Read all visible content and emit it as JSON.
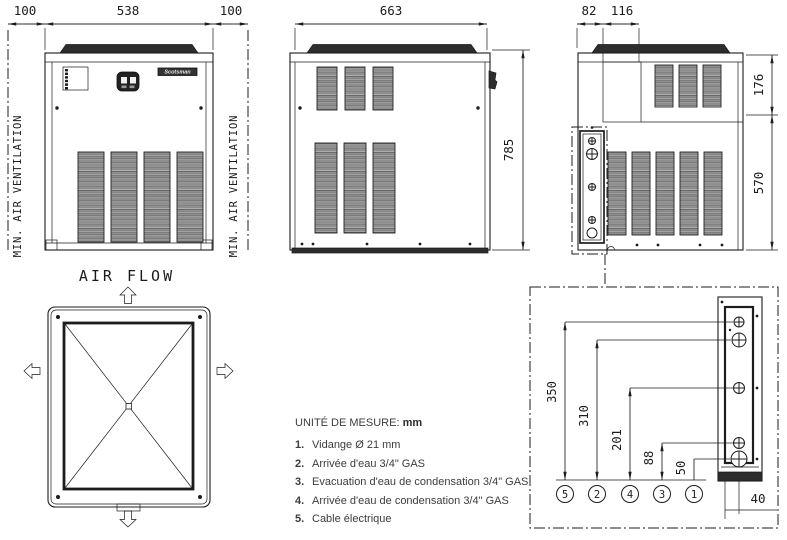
{
  "front": {
    "dim_left": "100",
    "dim_width": "538",
    "dim_right": "100",
    "vent_left": "MIN. AIR VENTILATION",
    "vent_right": "MIN. AIR VENTILATION",
    "logo": "Scotsman"
  },
  "side": {
    "dim_width": "663",
    "dim_height": "785"
  },
  "rear": {
    "dim_a": "82",
    "dim_b": "116",
    "dim_top": "176",
    "dim_side": "570"
  },
  "plan": {
    "air_flow": "AIR FLOW"
  },
  "detail": {
    "depth": "40",
    "callouts": [
      {
        "id": "5",
        "dim": "350"
      },
      {
        "id": "2",
        "dim": "310"
      },
      {
        "id": "4",
        "dim": "201"
      },
      {
        "id": "3",
        "dim": "88"
      },
      {
        "id": "1",
        "dim": "50"
      }
    ]
  },
  "legend": {
    "title": "UNITÉ DE MESURE:",
    "unit": "mm",
    "items": [
      {
        "num": "1.",
        "text": "Vidange Ø 21 mm"
      },
      {
        "num": "2.",
        "text": "Arrivée d'eau 3/4\" GAS"
      },
      {
        "num": "3.",
        "text": "Evacuation d'eau de condensation 3/4\" GAS"
      },
      {
        "num": "4.",
        "text": "Arrivée d'eau de condensation 3/4\" GAS"
      },
      {
        "num": "5.",
        "text": "Cable électrique"
      }
    ]
  }
}
